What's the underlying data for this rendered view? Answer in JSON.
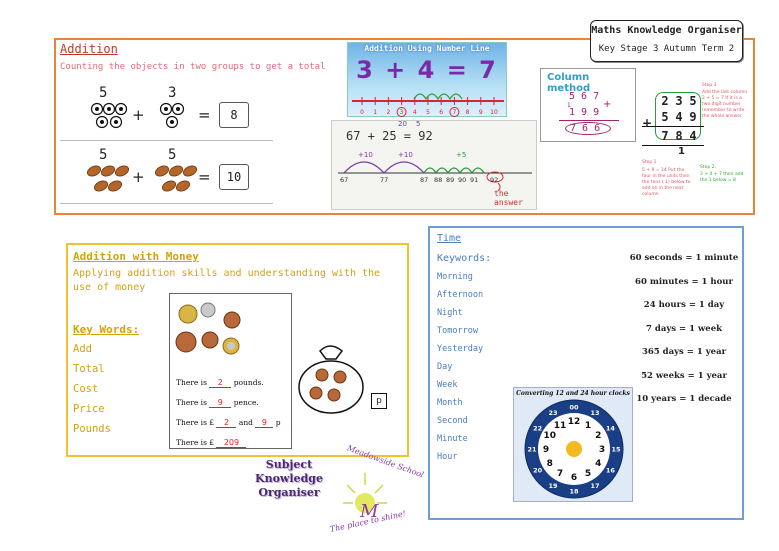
{
  "header": {
    "title": "Maths Knowledge Organiser",
    "subtitle": "Key Stage 3 Autumn Term 2"
  },
  "addition": {
    "heading": "Addition",
    "subheading": "Counting the objects in two groups to get a total",
    "row1": {
      "a": "5",
      "b": "3",
      "plus": "+",
      "equals": "=",
      "answer": "8",
      "object": "football"
    },
    "row2": {
      "a": "5",
      "b": "5",
      "plus": "+",
      "equals": "=",
      "answer": "10",
      "object": "rugby-ball"
    }
  },
  "number_line": {
    "title": "Addition Using Number Line",
    "equation": "3 + 4 = 7",
    "ticks": [
      "0",
      "1",
      "2",
      "3",
      "4",
      "5",
      "6",
      "7",
      "8",
      "9",
      "10"
    ]
  },
  "hand_number_line": {
    "sum": "67 + 25 = 92",
    "jumps": [
      "+10",
      "+10",
      "+5"
    ],
    "marks": [
      "67",
      "77",
      "87",
      "88",
      "89",
      "90",
      "91",
      "92"
    ],
    "note": "the answer",
    "extra": [
      "20",
      "5"
    ]
  },
  "column_method": {
    "title": "Column method",
    "top": "5 6 7",
    "carry": "1",
    "second": "1 9 9",
    "plus": "+",
    "result": "7 6 6"
  },
  "column_steps": {
    "top_digits": [
      "2",
      "3",
      "5"
    ],
    "second_digits": [
      "5",
      "4",
      "9"
    ],
    "result_digits": [
      "7",
      "8",
      "4"
    ],
    "carry": "1",
    "plus": "+",
    "step1_title": "Step 1",
    "step1": "5 + 9 = 14 Put the four in the units then the tens ( 1) below to add on in the next column",
    "step2_title": "Step 2.",
    "step2": "3 + 4 + 7 then add the 1 below = 8",
    "step3_title": "Step 3",
    "step3": "Add the last column 2 + 5 = 7 If it is a two digit number remember to write the whole answer"
  },
  "money": {
    "heading": "Addition with Money",
    "description": "Applying addition skills and understanding with the use of money",
    "keywords_heading": "Key Words:",
    "keywords": [
      "Add",
      "Total",
      "Cost",
      "Price",
      "Pounds"
    ],
    "worksheet": {
      "line1_pre": "There is",
      "line1_val": "2",
      "line1_post": "pounds.",
      "line2_pre": "There is",
      "line2_val": "9",
      "line2_post": "pence.",
      "line3_pre": "There is £",
      "line3_val1": "2",
      "line3_mid": "and",
      "line3_val2": "9",
      "line3_post": "p",
      "line4_pre": "There is £",
      "line4_val": "209"
    },
    "bag_answer_box": "p"
  },
  "time": {
    "heading": "Time",
    "keywords_label": "Keywords:",
    "keywords": [
      "Morning",
      "Afternoon",
      "Night",
      "Tomorrow",
      "Yesterday",
      "Day",
      "Week",
      "Month",
      "Second",
      "Minute",
      "Hour"
    ],
    "facts": [
      "60 seconds = 1 minute",
      "60 minutes = 1 hour",
      "24 hours = 1 day",
      "7 days = 1 week",
      "365 days = 1 year",
      "52 weeks = 1 year",
      "10 years = 1 decade"
    ],
    "clock_title": "Converting 12 and 24 hour clocks",
    "clock_outer": [
      "13",
      "14",
      "15",
      "16",
      "17",
      "18",
      "19",
      "20",
      "21",
      "22",
      "23",
      "00"
    ],
    "clock_inner": [
      "1",
      "2",
      "3",
      "4",
      "5",
      "6",
      "7",
      "8",
      "9",
      "10",
      "11",
      "12"
    ]
  },
  "logos": {
    "subject_lines": [
      "Subject",
      "Knowledge",
      "Organiser"
    ],
    "school_name": "Meadowside School",
    "school_motto": "The place to shine!"
  },
  "colors": {
    "addition_border": "#e8853a",
    "money_border": "#f0c232",
    "time_border": "#6e9fd0"
  }
}
